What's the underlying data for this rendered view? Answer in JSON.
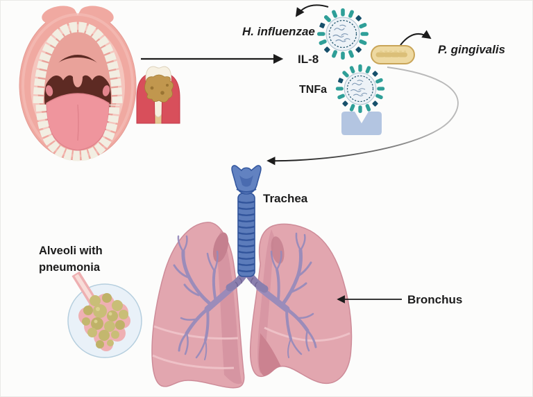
{
  "figure": {
    "labels": {
      "h_influenzae": "H. influenzae",
      "il8": "IL-8",
      "tnfa": "TNFa",
      "p_gingivalis": "P. gingivalis",
      "trachea": "Trachea",
      "bronchus": "Bronchus",
      "alveoli_line1": "Alveoli with",
      "alveoli_line2": "pneumonia"
    },
    "illustrations": {
      "mouth": "open-mouth-icon",
      "tooth": "periodontitis-tooth-icon",
      "virus_top": "virus-particle-icon",
      "virus_bottom": "virus-particle-icon",
      "bacterium": "rod-bacterium-icon",
      "receptor": "immune-receptor-icon",
      "trachea": "trachea-icon",
      "lungs": "lungs-icon",
      "alveoli_inset": "alveoli-pneumonia-inset-icon"
    },
    "colors": {
      "arrow": "#1c1c1c",
      "mouth_pink": "#f0a9a1",
      "gum_red": "#d84f5b",
      "virus_teal": "#2f9f98",
      "virus_navy": "#17506b",
      "bacterium_tan": "#eed9a1",
      "receptor_blue": "#b3c5e1",
      "trachea_blue": "#5c7cbb",
      "lung_pink": "#e2a6af",
      "bronchi_purple": "#968abb",
      "alveoli_olive": "#c9be77",
      "inset_blue": "#e9f1f8"
    }
  }
}
